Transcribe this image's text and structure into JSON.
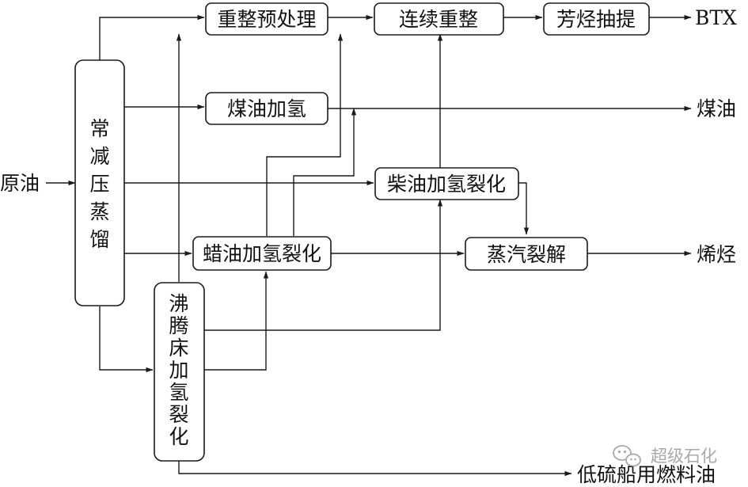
{
  "diagram": {
    "inputs": {
      "crude": "原油"
    },
    "units": {
      "atmospheric_vacuum": "常减压蒸馏",
      "reforming_pretreat": "重整预处理",
      "continuous_reforming": "连续重整",
      "aromatics_extraction": "芳烃抽提",
      "kerosene_hydro": "煤油加氢",
      "diesel_hydrocracking": "柴油加氢裂化",
      "wax_oil_hydrocracking": "蜡油加氢裂化",
      "steam_cracking": "蒸汽裂解",
      "ebullated_bed_hydrocracking": "沸腾床加氢裂化"
    },
    "products": {
      "btx": "BTX",
      "kerosene": "煤油",
      "olefins": "烯烃",
      "low_sulfur_bunker": "低硫船用燃料油"
    }
  },
  "watermark": {
    "text": "超级石化",
    "icon": "wechat-icon"
  }
}
